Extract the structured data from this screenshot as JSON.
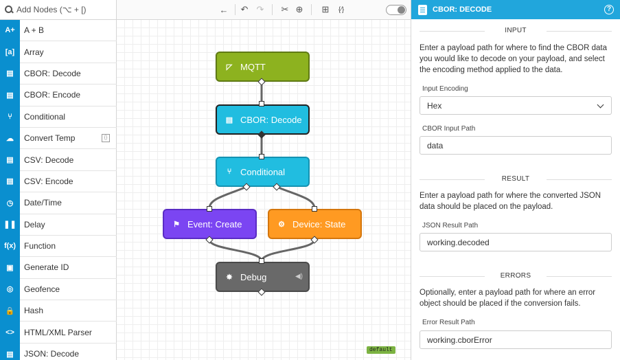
{
  "search": {
    "placeholder": "Add Nodes (⌥ + [)"
  },
  "palette": [
    {
      "label": "A + B",
      "icon": "math-icon",
      "glyph": "A+"
    },
    {
      "label": "Array",
      "icon": "array-icon",
      "glyph": "[a]"
    },
    {
      "label": "CBOR: Decode",
      "icon": "cbor-decode-icon",
      "glyph": "▤"
    },
    {
      "label": "CBOR: Encode",
      "icon": "cbor-encode-icon",
      "glyph": "▤"
    },
    {
      "label": "Conditional",
      "icon": "branch-icon",
      "glyph": "⑂"
    },
    {
      "label": "Convert Temp",
      "icon": "cloud-icon",
      "glyph": "☁"
    },
    {
      "label": "CSV: Decode",
      "icon": "csv-decode-icon",
      "glyph": "▤"
    },
    {
      "label": "CSV: Encode",
      "icon": "csv-encode-icon",
      "glyph": "▤"
    },
    {
      "label": "Date/Time",
      "icon": "clock-icon",
      "glyph": "◷"
    },
    {
      "label": "Delay",
      "icon": "pause-icon",
      "glyph": "❚❚"
    },
    {
      "label": "Function",
      "icon": "function-icon",
      "glyph": "f(x)"
    },
    {
      "label": "Generate ID",
      "icon": "id-card-icon",
      "glyph": "▣"
    },
    {
      "label": "Geofence",
      "icon": "target-icon",
      "glyph": "◎"
    },
    {
      "label": "Hash",
      "icon": "lock-icon",
      "glyph": "🔒"
    },
    {
      "label": "HTML/XML Parser",
      "icon": "code-icon",
      "glyph": "<>"
    },
    {
      "label": "JSON: Decode",
      "icon": "json-decode-icon",
      "glyph": "▤"
    }
  ],
  "toolbar": {
    "back": "←",
    "undo": "↶",
    "redo": "↷",
    "cut": "✂",
    "zoom": "⊕",
    "add": "⊞",
    "braces": "{⁄}"
  },
  "workflow": {
    "nodes": [
      {
        "id": "mqtt",
        "label": "MQTT",
        "icon": "mqtt-icon",
        "glyph": "◸",
        "color": "#8db21f",
        "border": "#5f7a14"
      },
      {
        "id": "cbor",
        "label": "CBOR: Decode",
        "icon": "cbor-decode-icon",
        "glyph": "▤",
        "color": "#21bde0",
        "border": "#222222"
      },
      {
        "id": "conditional",
        "label": "Conditional",
        "icon": "branch-icon",
        "glyph": "⑂",
        "color": "#21bde0",
        "border": "#1592b1"
      },
      {
        "id": "event",
        "label": "Event: Create",
        "icon": "event-icon",
        "glyph": "⚑",
        "color": "#7b45f2",
        "border": "#5a2cc4"
      },
      {
        "id": "device",
        "label": "Device: State",
        "icon": "device-state-icon",
        "glyph": "⚙",
        "color": "#ff9a22",
        "border": "#d4760c"
      },
      {
        "id": "debug",
        "label": "Debug",
        "icon": "bug-icon",
        "glyph": "✸",
        "color": "#696969",
        "border": "#4a4a4a"
      }
    ],
    "default_tag": "default"
  },
  "panel": {
    "title": "CBOR: DECODE",
    "input": {
      "heading": "INPUT",
      "description": "Enter a payload path for where to find the CBOR data you would like to decode on your payload, and select the encoding method applied to the data.",
      "encoding_label": "Input Encoding",
      "encoding_value": "Hex",
      "path_label": "CBOR Input Path",
      "path_value": "data"
    },
    "result": {
      "heading": "RESULT",
      "description": "Enter a payload path for where the converted JSON data should be placed on the payload.",
      "path_label": "JSON Result Path",
      "path_value": "working.decoded"
    },
    "errors": {
      "heading": "ERRORS",
      "description": "Optionally, enter a payload path for where an error object should be placed if the conversion fails.",
      "path_label": "Error Result Path",
      "path_value": "working.cborError"
    }
  }
}
